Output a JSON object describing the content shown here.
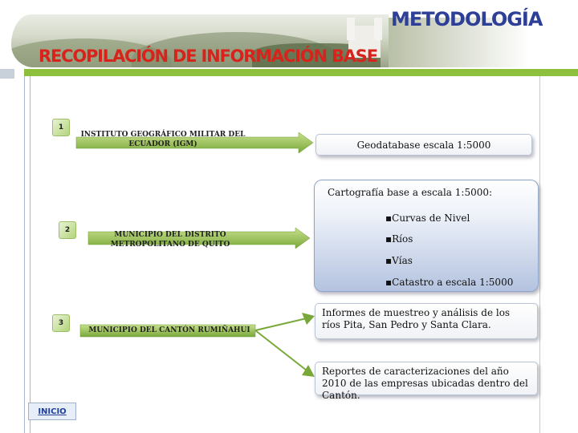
{
  "header": {
    "title": "METODOLOGÍA",
    "subtitle": "RECOPILACIÓN DE INFORMACIÓN BASE"
  },
  "colors": {
    "title": "#2e3f97",
    "subtitle": "#d8231c",
    "accent_bar": "#8dc03c"
  },
  "sources": [
    {
      "num": "1",
      "name": "INSTITUTO GEOGRÁFICO MILITAR DEL ECUADOR (IGM)"
    },
    {
      "num": "2",
      "name": "MUNICIPIO DEL DISTRITO METROPOLITANO DE QUITO"
    },
    {
      "num": "3",
      "name": "MUNICIPIO DEL CANTÓN RUMIÑAHUI"
    }
  ],
  "outputs": {
    "geodatabase": "Geodatabase escala 1:5000",
    "cartografia": {
      "title": "Cartografía base a escala 1:5000:",
      "items": [
        "Curvas de Nivel",
        "Ríos",
        "Vías",
        "Catastro a escala 1:5000"
      ]
    },
    "informes": "Informes de muestreo y análisis de los ríos Pita, San Pedro y Santa Clara.",
    "reportes": "Reportes de caracterizaciones del año 2010 de las empresas ubicadas dentro del Cantón."
  },
  "nav": {
    "inicio": "INICIO"
  }
}
